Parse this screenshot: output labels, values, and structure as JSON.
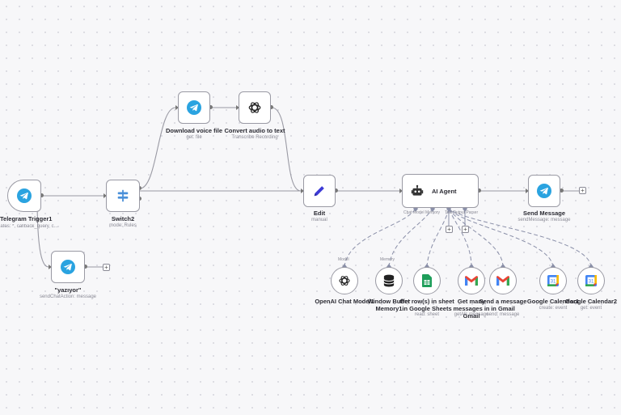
{
  "nodes": {
    "telegram_trigger": {
      "title": "Telegram Trigger1",
      "subtitle": "ates: *, callback_query, c..."
    },
    "yaziyor": {
      "title": "\"yazıyor\"",
      "subtitle": "sendChatAction: message"
    },
    "switch": {
      "title": "Switch2",
      "subtitle": "mode: Rules"
    },
    "download": {
      "title": "Download voice file",
      "subtitle": "get: file"
    },
    "convert": {
      "title": "Convert audio to text",
      "subtitle": "Transcribe Recording"
    },
    "edit": {
      "title": "Edit",
      "subtitle": "manual"
    },
    "agent": {
      "title": "AI Agent",
      "ports": {
        "chat_model": "Chat Model",
        "memory": "Memory",
        "tool": "Tool",
        "output_parser": "Output Parser"
      }
    },
    "send": {
      "title": "Send Message",
      "subtitle": "sendMessage: message"
    },
    "openai": {
      "title": "OpenAI Chat Model1",
      "tag": "Model"
    },
    "memory": {
      "title": "Window Buffer Memory1",
      "tag": "Memory"
    },
    "sheets": {
      "title": "Get row(s) in sheet in Google Sheets",
      "subtitle": "read: sheet"
    },
    "gmail_get": {
      "title": "Get many messages in Gmail",
      "subtitle": "getAll: message"
    },
    "gmail_send": {
      "title": "Send a message in Gmail",
      "subtitle": "send: message"
    },
    "cal1": {
      "title": "Google Calendar1",
      "subtitle": "create: event"
    },
    "cal2": {
      "title": "Google Calendar2",
      "subtitle": "get: event"
    }
  },
  "colors": {
    "telegram": "#2aa3e0",
    "edit": "#3d3bd6",
    "switch": "#4a90d9",
    "sheets": "#1e9e5a",
    "gmail_red": "#ea4335",
    "calendar_blue": "#4285f4",
    "edge": "#9a9aa4",
    "tool_edge": "#8a8fa8"
  },
  "icons": {
    "telegram": "telegram-icon",
    "openai": "openai-icon",
    "switch": "switch-icon",
    "edit": "pencil-icon",
    "robot": "robot-icon",
    "database": "database-icon",
    "sheets": "google-sheets-icon",
    "gmail": "gmail-icon",
    "calendar": "google-calendar-icon"
  },
  "plus_label": "+"
}
